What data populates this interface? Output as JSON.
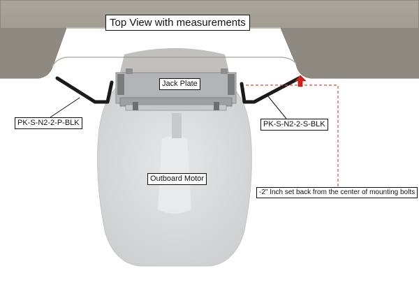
{
  "title": "Top View with measurements",
  "labels": {
    "jack_plate": "Jack Plate",
    "port_bracket": "PK-S-N2-2-P-BLK",
    "starboard_bracket": "PK-S-N2-2-S-BLK",
    "outboard_motor": "Outboard Motor",
    "setback_note": "-2\" Inch set back from the center of mounting bolts"
  },
  "colors": {
    "hull": "#9a968c",
    "hull_dark": "#6f6b63",
    "motor": "#d8d9da",
    "bracket": "#1a1a1a",
    "measure_line": "#e0463a",
    "arrow": "#d8201a",
    "plate": "#a9aaac"
  },
  "icons": [
    "up-arrow-icon"
  ]
}
